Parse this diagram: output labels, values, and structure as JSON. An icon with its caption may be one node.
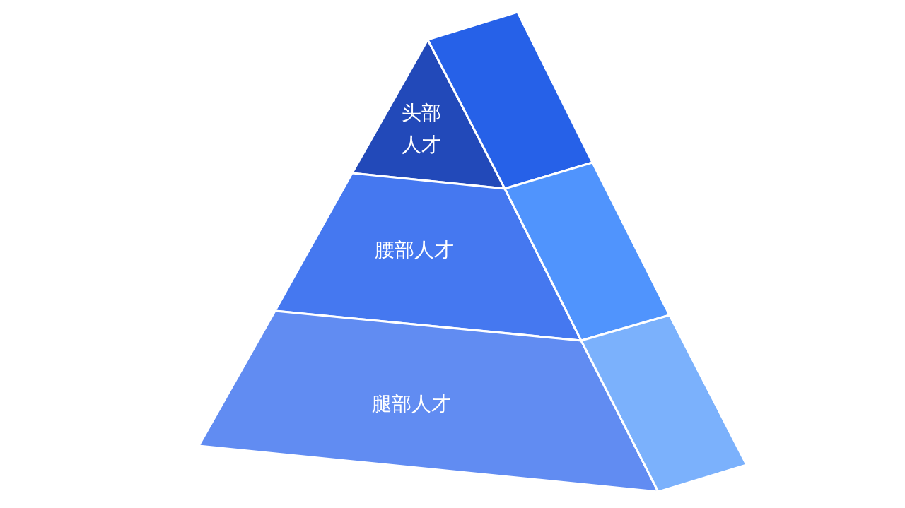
{
  "diagram": {
    "nodes": [
      {
        "text": [
          "头部人才"
        ]
      },
      {
        "text": [
          "腰部人才"
        ]
      },
      {
        "text": [
          "腿部人才"
        ]
      }
    ]
  }
}
